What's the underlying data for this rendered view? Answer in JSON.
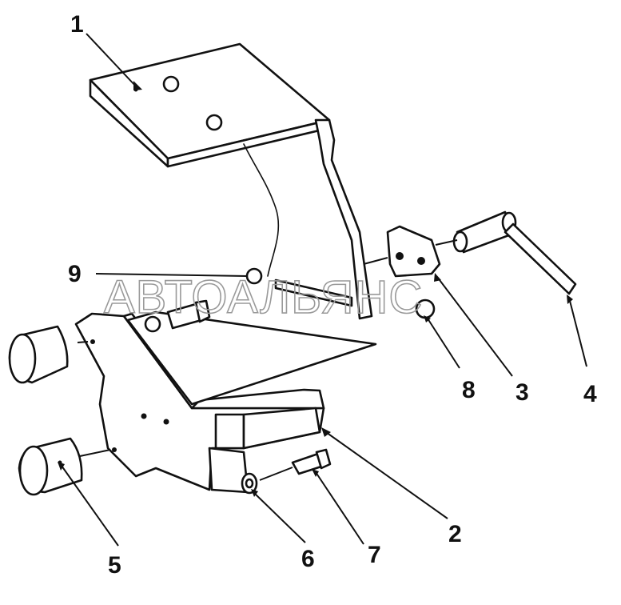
{
  "diagram": {
    "watermark": "АВТОАЛЬЯНС",
    "callouts": [
      {
        "id": "c1",
        "label": "1"
      },
      {
        "id": "c2",
        "label": "2"
      },
      {
        "id": "c3",
        "label": "3"
      },
      {
        "id": "c4",
        "label": "4"
      },
      {
        "id": "c5",
        "label": "5"
      },
      {
        "id": "c6",
        "label": "6"
      },
      {
        "id": "c7",
        "label": "7"
      },
      {
        "id": "c8",
        "label": "8"
      },
      {
        "id": "c9",
        "label": "9"
      }
    ]
  }
}
